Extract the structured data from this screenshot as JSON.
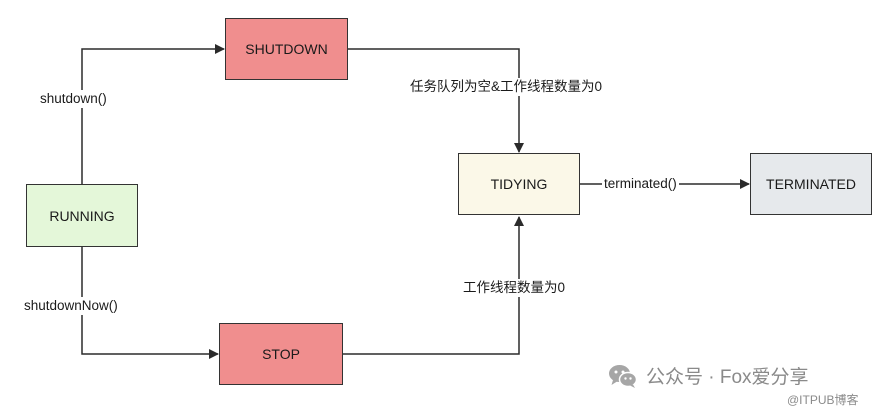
{
  "nodes": {
    "shutdown": {
      "label": "SHUTDOWN",
      "fill": "#f08e8e"
    },
    "running": {
      "label": "RUNNING",
      "fill": "#e4f7d9"
    },
    "tidying": {
      "label": "TIDYING",
      "fill": "#fbf8e8"
    },
    "terminated": {
      "label": "TERMINATED",
      "fill": "#e6e9ec"
    },
    "stop": {
      "label": "STOP",
      "fill": "#f08e8e"
    }
  },
  "edges": {
    "running_to_shutdown": "shutdown()",
    "running_to_stop": "shutdownNow()",
    "shutdown_to_tidying": "任务队列为空&工作线程数量为0",
    "stop_to_tidying": "工作线程数量为0",
    "tidying_to_terminated": "terminated()"
  },
  "watermark": {
    "icon": "wechat-icon",
    "main": "公众号 · Fox爱分享",
    "sub": "@ITPUB博客"
  },
  "colors": {
    "line": "#2b2b2b",
    "border": "#333333"
  }
}
